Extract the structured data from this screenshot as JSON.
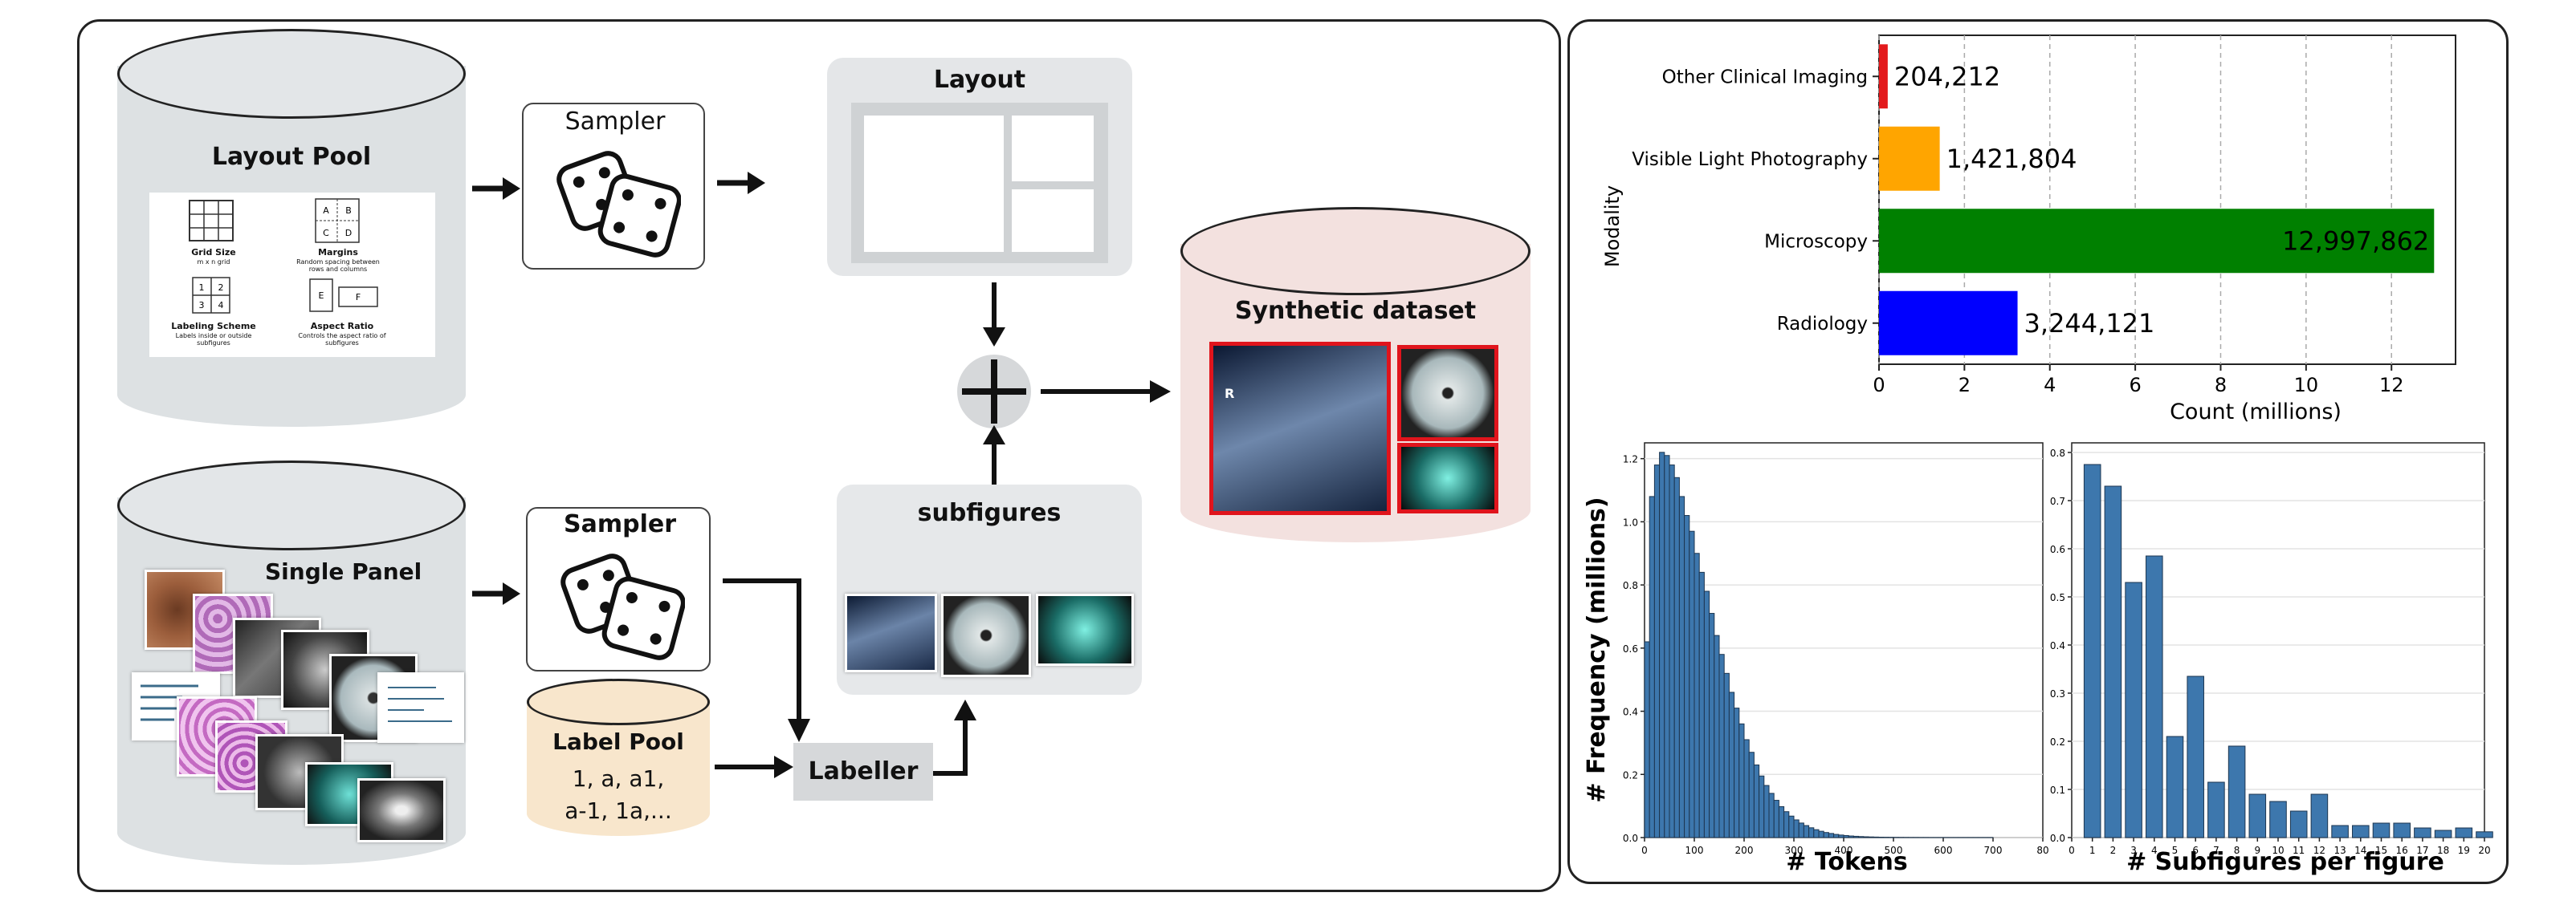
{
  "diagram": {
    "layout_pool": {
      "title": "Layout Pool",
      "grid_size_title": "Grid Size",
      "grid_size_desc": "m x n grid",
      "margins_title": "Margins",
      "margins_desc": "Random spacing between rows and columns",
      "labeling_title": "Labeling Scheme",
      "labeling_desc": "Labels inside or outside subfigures",
      "aspect_title": "Aspect Ratio",
      "aspect_desc": "Controls the aspect ratio of subfigures",
      "cells": [
        "A",
        "B",
        "C",
        "D",
        "1",
        "2",
        "3",
        "4",
        "E",
        "F"
      ]
    },
    "sampler_top": "Sampler",
    "sampler_bottom": "Sampler",
    "layout": "Layout",
    "single_panel": "Single Panel",
    "label_pool": {
      "title": "Label Pool",
      "line1": "1, a, a1,",
      "line2": "a-1, 1a,..."
    },
    "labeller": "Labeller",
    "subfigures": "subfigures",
    "synthetic_dataset": "Synthetic dataset",
    "xray_marker": "R"
  },
  "charts": {
    "modality": {
      "type": "bar",
      "orientation": "horizontal",
      "ylabel": "Modality",
      "xlabel": "Count (millions)",
      "xlim": [
        0,
        13.5
      ],
      "xticks": [
        "0",
        "2",
        "4",
        "6",
        "8",
        "10",
        "12"
      ],
      "grid": true,
      "categories": [
        "Other Clinical Imaging",
        "Visible Light Photography",
        "Microscopy",
        "Radiology"
      ],
      "values": [
        0.204212,
        1.421804,
        12.997862,
        3.244121
      ],
      "labels": [
        "204,212",
        "1,421,804",
        "12,997,862",
        "3,244,121"
      ],
      "colors": [
        "#e31a1c",
        "#ffa500",
        "#008000",
        "#0000ff"
      ]
    },
    "tokens": {
      "type": "bar",
      "xlabel": "# Tokens",
      "ylabel": "# Frequency (millions)",
      "xlim": [
        0,
        800
      ],
      "ylim": [
        0,
        1.25
      ],
      "xticks": [
        "0",
        "100",
        "200",
        "300",
        "400",
        "500",
        "600",
        "700",
        "80"
      ],
      "yticks": [
        "0.0",
        "0.2",
        "0.4",
        "0.6",
        "0.8",
        "1.0",
        "1.2"
      ],
      "values": [
        0.62,
        1.08,
        1.18,
        1.22,
        1.21,
        1.18,
        1.14,
        1.08,
        1.02,
        0.97,
        0.9,
        0.84,
        0.78,
        0.71,
        0.64,
        0.58,
        0.52,
        0.46,
        0.41,
        0.36,
        0.31,
        0.27,
        0.23,
        0.195,
        0.165,
        0.14,
        0.118,
        0.098,
        0.082,
        0.068,
        0.056,
        0.046,
        0.038,
        0.031,
        0.025,
        0.02,
        0.016,
        0.013,
        0.01,
        0.008,
        0.0065,
        0.005,
        0.004,
        0.0032,
        0.0025,
        0.002,
        0.0016,
        0.0012,
        0.001,
        0.0008,
        0.0006,
        0.0005,
        0.0004,
        0.0003,
        0.0003,
        0.0002,
        0.0002,
        0.0001,
        0.0001,
        0.0001,
        0.0001,
        0.0001,
        0.0001,
        0.0001,
        0.0001,
        0.0001,
        0.0001,
        0.0001,
        0.0001,
        0.0001
      ]
    },
    "subfig": {
      "type": "bar",
      "xlabel": "# Subfigures per figure",
      "xlim": [
        0,
        20
      ],
      "ylim": [
        0,
        0.82
      ],
      "xticks": [
        "0",
        "1",
        "2",
        "3",
        "4",
        "5",
        "6",
        "7",
        "8",
        "9",
        "10",
        "11",
        "12",
        "13",
        "14",
        "15",
        "16",
        "17",
        "18",
        "19",
        "20"
      ],
      "yticks": [
        "0.0",
        "0.1",
        "0.2",
        "0.3",
        "0.4",
        "0.5",
        "0.6",
        "0.7",
        "0.8"
      ],
      "categories": [
        1,
        2,
        3,
        4,
        5,
        6,
        7,
        8,
        9,
        10,
        11,
        12,
        13,
        14,
        15,
        16,
        17,
        18,
        19,
        20
      ],
      "values": [
        0.775,
        0.73,
        0.53,
        0.585,
        0.21,
        0.335,
        0.115,
        0.19,
        0.09,
        0.075,
        0.055,
        0.09,
        0.025,
        0.025,
        0.03,
        0.03,
        0.02,
        0.015,
        0.02,
        0.012
      ]
    }
  }
}
